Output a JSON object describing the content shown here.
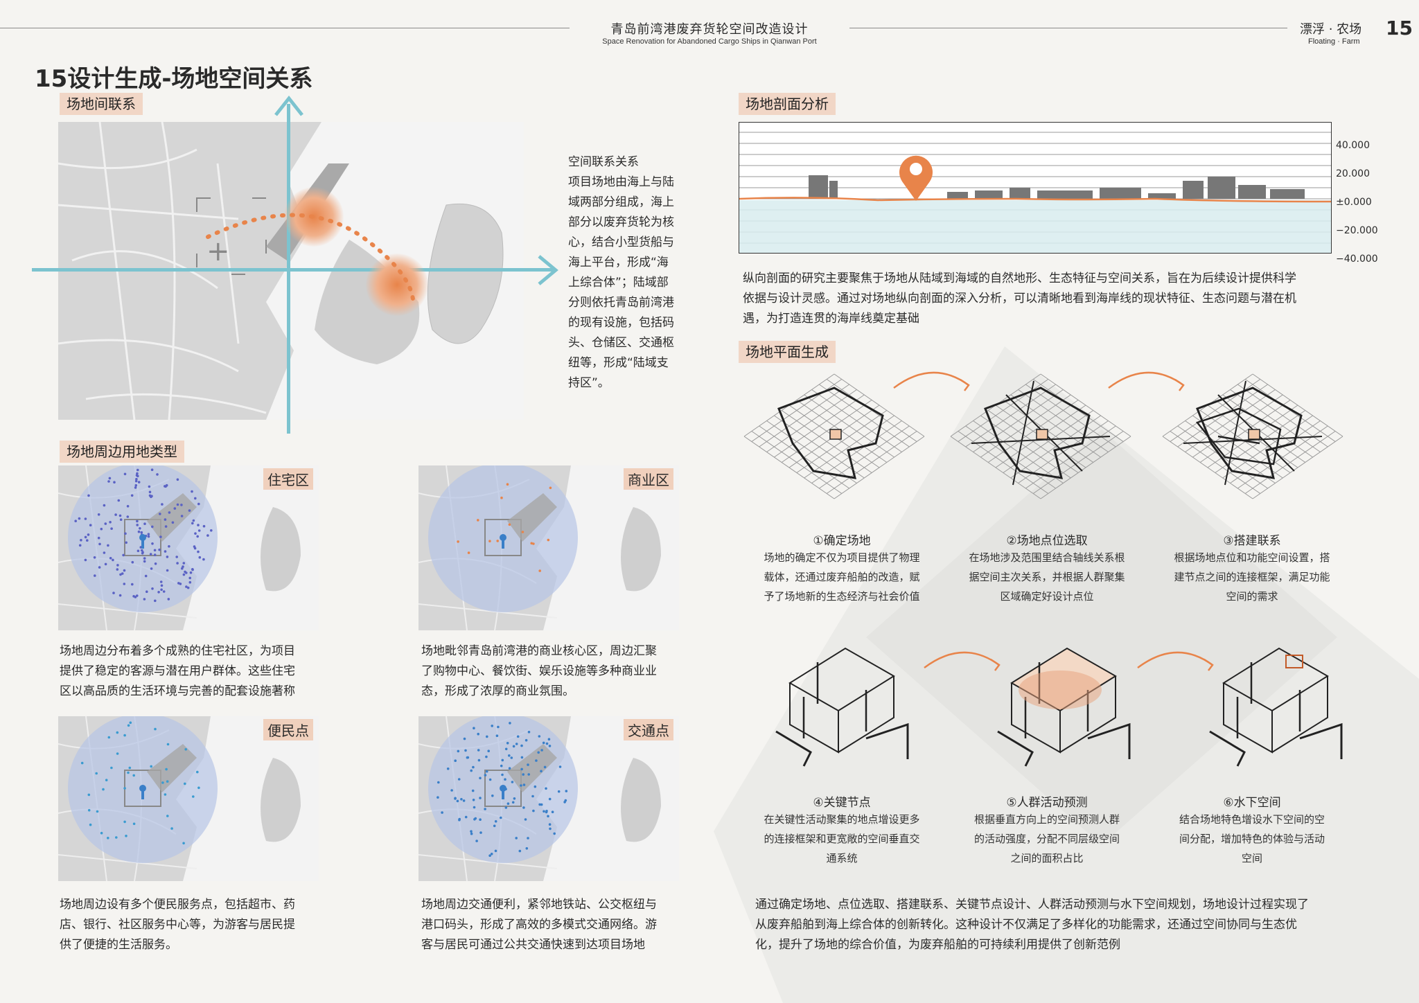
{
  "header": {
    "title_cn": "青岛前湾港废弃货轮空间改造设计",
    "title_en": "Space Renovation for Abandoned Cargo Ships in Qianwan Port",
    "brand_cn": "漂浮 · 农场",
    "brand_en": "Floating · Farm",
    "page_number": "15"
  },
  "page_title": "15设计生成-场地空间关系",
  "site_link": {
    "tag": "场地间联系",
    "desc": [
      "空间联系关系",
      "项目场地由海上与陆",
      "域两部分组成，海上",
      "部分以废弃货轮为核",
      "心，结合小型货船与",
      "海上平台，形成“海",
      "上综合体”；陆域部",
      "分则依托青岛前湾港",
      "的现有设施，包括码",
      "头、仓储区、交通枢",
      "纽等，形成“陆域支",
      "持区”。"
    ]
  },
  "land_use": {
    "tag": "场地周边用地类型",
    "panels": [
      {
        "label": "住宅区",
        "text": [
          "场地周边分布着多个成熟的住宅社区，为项目",
          "提供了稳定的客源与潜在用户群体。这些住宅",
          "区以高品质的生活环境与完善的配套设施著称"
        ]
      },
      {
        "label": "商业区",
        "text": [
          "场地毗邻青岛前湾港的商业核心区，周边汇聚",
          "了购物中心、餐饮街、娱乐设施等多种商业业",
          "态，形成了浓厚的商业氛围。"
        ]
      },
      {
        "label": "便民点",
        "text": [
          "场地周边设有多个便民服务点，包括超市、药",
          "店、银行、社区服务中心等，为游客与居民提",
          "供了便捷的生活服务。"
        ]
      },
      {
        "label": "交通点",
        "text": [
          "场地周边交通便利，紧邻地铁站、公交枢纽与",
          "港口码头，形成了高效的多模式交通网络。游",
          "客与居民可通过公共交通快速到达项目场地"
        ]
      }
    ]
  },
  "section": {
    "tag": "场地剖面分析",
    "axis_labels": [
      "40.000",
      "20.000",
      "±0.000",
      "−20.000",
      "−40.000"
    ],
    "text": [
      "纵向剖面的研究主要聚焦于场地从陆域到海域的自然地形、生态特征与空间关系，旨在为后续设计提供科学",
      "依据与设计灵感。通过对场地纵向剖面的深入分析，可以清晰地看到海岸线的现状特征、生态问题与潜在机",
      "遇，为打造连贯的海岸线奠定基础"
    ]
  },
  "plan_gen": {
    "tag": "场地平面生成",
    "steps": [
      {
        "title": "①确定场地",
        "desc": [
          "场地的确定不仅为项目提供了物理",
          "载体，还通过废弃船舶的改造，赋",
          "予了场地新的生态经济与社会价值"
        ]
      },
      {
        "title": "②场地点位选取",
        "desc": [
          "在场地涉及范围里结合轴线关系根",
          "据空间主次关系，并根据人群聚集",
          "区域确定好设计点位"
        ]
      },
      {
        "title": "③搭建联系",
        "desc": [
          "根据场地点位和功能空间设置，搭",
          "建节点之间的连接框架，满足功能",
          "空间的需求"
        ]
      },
      {
        "title": "④关键节点",
        "desc": [
          "在关键性活动聚集的地点增设更多",
          "的连接框架和更宽敞的空间垂直交",
          "通系统"
        ]
      },
      {
        "title": "⑤人群活动预测",
        "desc": [
          "根据垂直方向上的空间预测人群",
          "的活动强度，分配不同层级空间",
          "之间的面积占比"
        ]
      },
      {
        "title": "⑥水下空间",
        "desc": [
          "结合场地特色增设水下空间的空",
          "间分配，增加特色的体验与活动",
          "空间"
        ]
      }
    ],
    "summary": [
      "通过确定场地、点位选取、搭建联系、关键节点设计、人群活动预测与水下空间规划，场地设计过程实现了",
      "从废弃船舶到海上综合体的创新转化。这种设计不仅满足了多样化的功能需求，还通过空间协同与生态优",
      "化，提升了场地的综合价值，为废弃船舶的可持续利用提供了创新范例"
    ]
  },
  "colors": {
    "accent_orange": "#e8844a",
    "axis_cyan": "#7cc3cf",
    "tag_bg": "#f1d6c6",
    "circle_blue": "#b7c4e6"
  }
}
